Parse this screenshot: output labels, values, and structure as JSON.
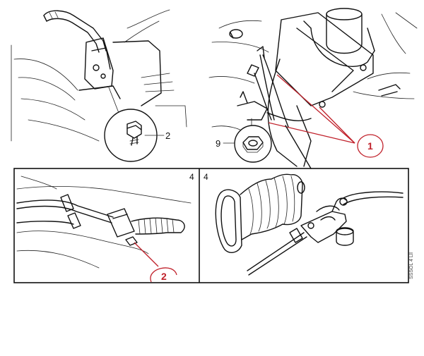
{
  "callouts": {
    "bolt": "2",
    "nut": "9",
    "red_one": "1",
    "red_two": "2"
  },
  "panels": {
    "left_lower": "4",
    "right_lower": "4"
  },
  "side_code": "SSSOL 4 Lll",
  "colors": {
    "ink": "#111111",
    "highlight": "#c0202a",
    "background": "#ffffff"
  }
}
